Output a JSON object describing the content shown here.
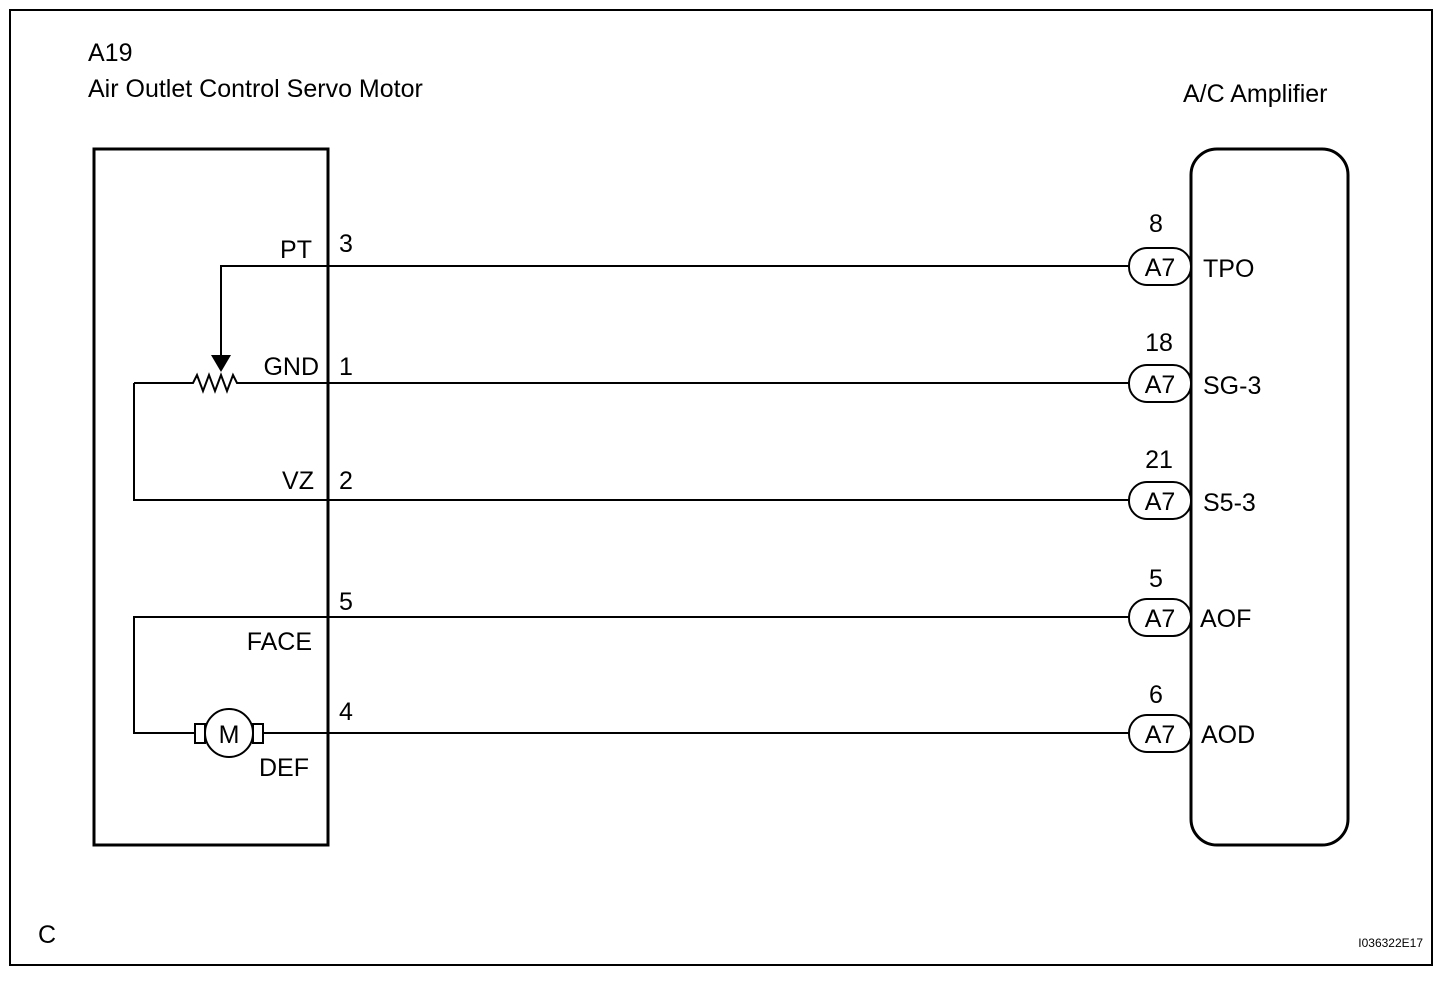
{
  "left_component": {
    "code": "A19",
    "name": "Air Outlet Control Servo Motor"
  },
  "right_component": {
    "name": "A/C Amplifier"
  },
  "left_pins": [
    {
      "label": "PT",
      "number": "3"
    },
    {
      "label": "GND",
      "number": "1"
    },
    {
      "label": "VZ",
      "number": "2"
    },
    {
      "label": "FACE",
      "number": "5"
    },
    {
      "label": "DEF",
      "number": "4"
    }
  ],
  "right_pins": [
    {
      "connector": "A7",
      "pin": "8",
      "signal": "TPO"
    },
    {
      "connector": "A7",
      "pin": "18",
      "signal": "SG-3"
    },
    {
      "connector": "A7",
      "pin": "21",
      "signal": "S5-3"
    },
    {
      "connector": "A7",
      "pin": "5",
      "signal": "AOF"
    },
    {
      "connector": "A7",
      "pin": "6",
      "signal": "AOD"
    }
  ],
  "motor_symbol": "M",
  "corner_label": "C",
  "figure_id": "I036322E17",
  "icons": [
    "potentiometer-icon",
    "motor-icon"
  ]
}
